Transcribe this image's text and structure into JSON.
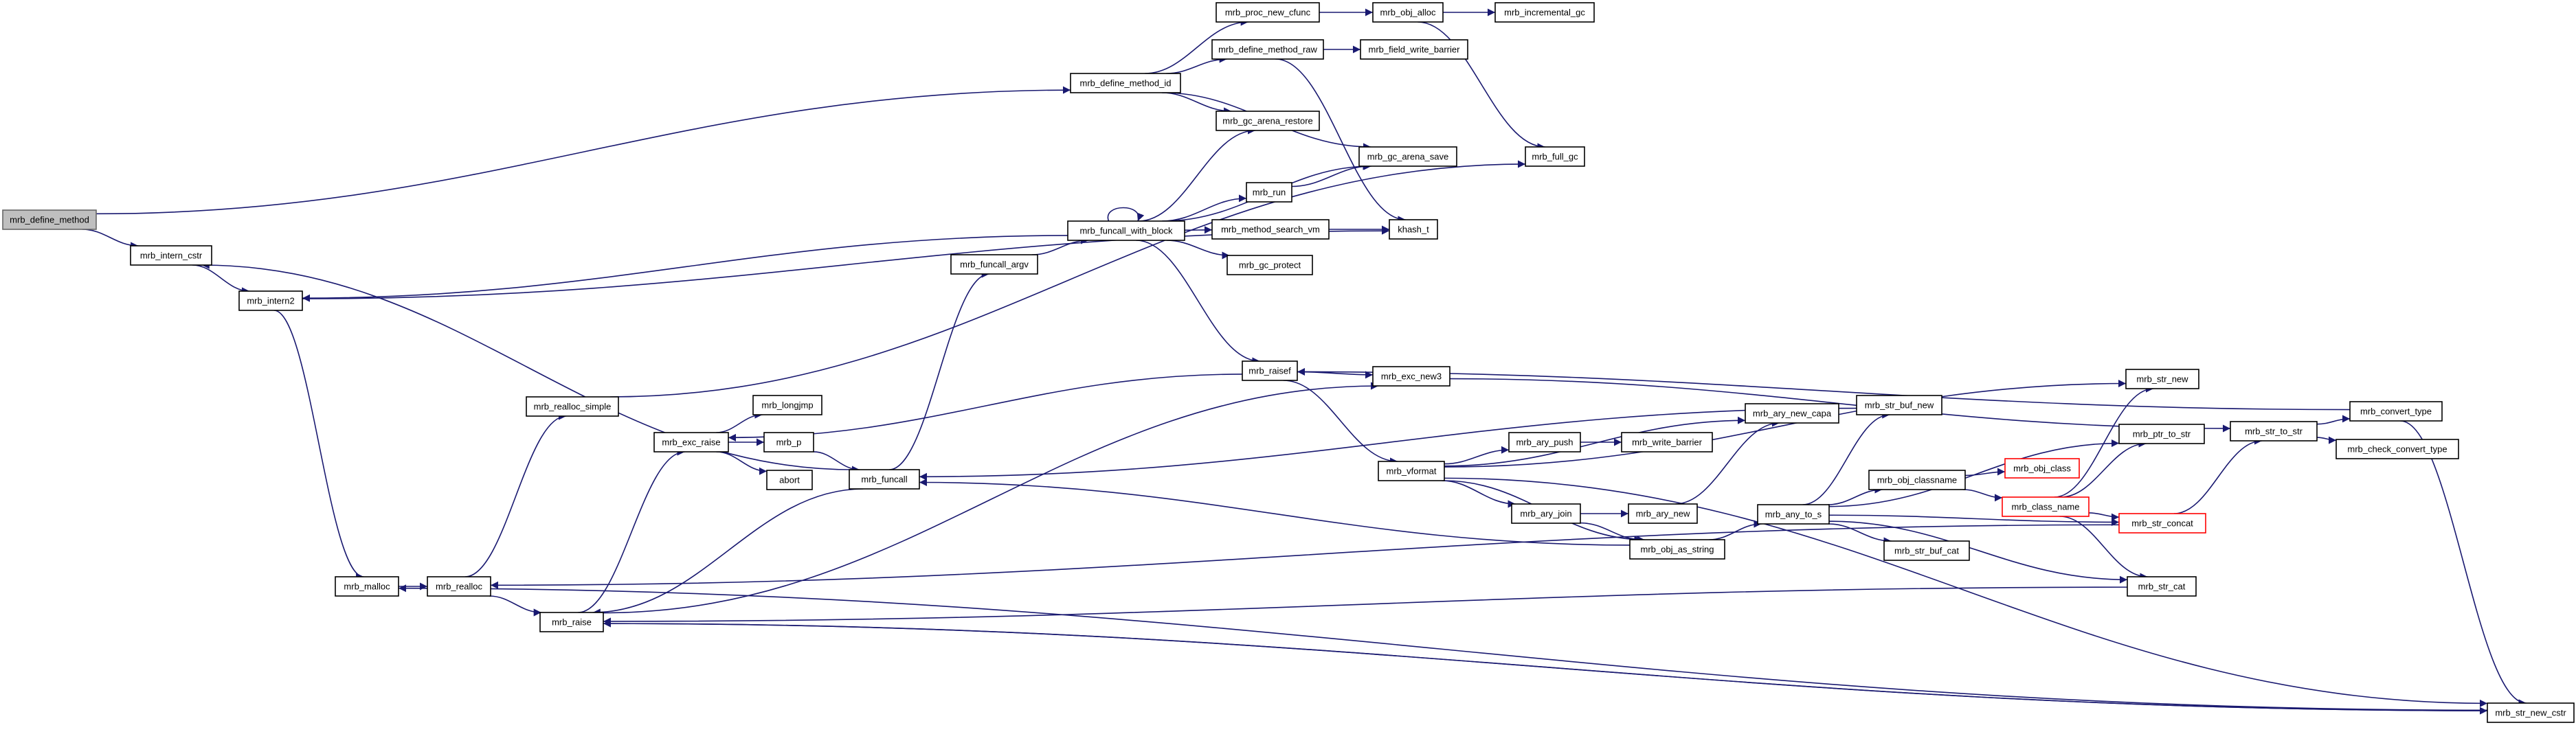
{
  "nodes": [
    {
      "id": "mrb_define_method",
      "label": "mrb_define_method",
      "root": true
    },
    {
      "id": "mrb_intern_cstr",
      "label": "mrb_intern_cstr"
    },
    {
      "id": "mrb_intern2",
      "label": "mrb_intern2"
    },
    {
      "id": "mrb_malloc",
      "label": "mrb_malloc"
    },
    {
      "id": "mrb_realloc",
      "label": "mrb_realloc"
    },
    {
      "id": "mrb_realloc_simple",
      "label": "mrb_realloc_simple"
    },
    {
      "id": "mrb_raise",
      "label": "mrb_raise"
    },
    {
      "id": "mrb_exc_raise",
      "label": "mrb_exc_raise"
    },
    {
      "id": "mrb_longjmp",
      "label": "mrb_longjmp"
    },
    {
      "id": "mrb_p",
      "label": "mrb_p"
    },
    {
      "id": "abort",
      "label": "abort"
    },
    {
      "id": "mrb_funcall",
      "label": "mrb_funcall"
    },
    {
      "id": "mrb_funcall_argv",
      "label": "mrb_funcall_argv"
    },
    {
      "id": "mrb_define_method_id",
      "label": "mrb_define_method_id"
    },
    {
      "id": "mrb_funcall_with_block",
      "label": "mrb_funcall_with_block"
    },
    {
      "id": "mrb_proc_new_cfunc",
      "label": "mrb_proc_new_cfunc"
    },
    {
      "id": "mrb_define_method_raw",
      "label": "mrb_define_method_raw"
    },
    {
      "id": "mrb_gc_arena_restore",
      "label": "mrb_gc_arena_restore"
    },
    {
      "id": "mrb_gc_arena_save",
      "label": "mrb_gc_arena_save"
    },
    {
      "id": "mrb_run",
      "label": "mrb_run"
    },
    {
      "id": "mrb_method_search_vm",
      "label": "mrb_method_search_vm"
    },
    {
      "id": "mrb_gc_protect",
      "label": "mrb_gc_protect"
    },
    {
      "id": "mrb_raisef",
      "label": "mrb_raisef"
    },
    {
      "id": "mrb_obj_alloc",
      "label": "mrb_obj_alloc"
    },
    {
      "id": "mrb_field_write_barrier",
      "label": "mrb_field_write_barrier"
    },
    {
      "id": "kh_hash_t",
      "label": "khash_t"
    },
    {
      "id": "mrb_exc_new3",
      "label": "mrb_exc_new3"
    },
    {
      "id": "mrb_incremental_gc",
      "label": "mrb_incremental_gc"
    },
    {
      "id": "mrb_full_gc",
      "label": "mrb_full_gc"
    },
    {
      "id": "mrb_vformat",
      "label": "mrb_vformat"
    },
    {
      "id": "mrb_ary_push",
      "label": "mrb_ary_push"
    },
    {
      "id": "mrb_ary_join",
      "label": "mrb_ary_join"
    },
    {
      "id": "mrb_write_barrier",
      "label": "mrb_write_barrier"
    },
    {
      "id": "mrb_ary_new",
      "label": "mrb_ary_new"
    },
    {
      "id": "mrb_obj_as_string",
      "label": "mrb_obj_as_string"
    },
    {
      "id": "mrb_ary_new_capa",
      "label": "mrb_ary_new_capa"
    },
    {
      "id": "mrb_str_buf_new",
      "label": "mrb_str_buf_new"
    },
    {
      "id": "mrb_any_to_s",
      "label": "mrb_any_to_s"
    },
    {
      "id": "mrb_obj_classname",
      "label": "mrb_obj_classname"
    },
    {
      "id": "mrb_str_buf_cat",
      "label": "mrb_str_buf_cat"
    },
    {
      "id": "mrb_obj_class",
      "label": "mrb_obj_class",
      "red": true
    },
    {
      "id": "mrb_class_name",
      "label": "mrb_class_name",
      "red": true
    },
    {
      "id": "mrb_str_new",
      "label": "mrb_str_new"
    },
    {
      "id": "mrb_ptr_to_str",
      "label": "mrb_ptr_to_str"
    },
    {
      "id": "mrb_str_concat",
      "label": "mrb_str_concat",
      "red": true
    },
    {
      "id": "mrb_str_cat",
      "label": "mrb_str_cat"
    },
    {
      "id": "mrb_str_to_str",
      "label": "mrb_str_to_str"
    },
    {
      "id": "mrb_convert_type",
      "label": "mrb_convert_type"
    },
    {
      "id": "mrb_check_convert_type",
      "label": "mrb_check_convert_type"
    },
    {
      "id": "mrb_str_new_cstr",
      "label": "mrb_str_new_cstr"
    }
  ],
  "edges": [
    [
      "mrb_define_method",
      "mrb_define_method_id"
    ],
    [
      "mrb_define_method",
      "mrb_intern_cstr"
    ],
    [
      "mrb_intern_cstr",
      "mrb_intern2"
    ],
    [
      "mrb_intern2",
      "kh_hash_t"
    ],
    [
      "mrb_intern2",
      "mrb_malloc"
    ],
    [
      "mrb_malloc",
      "mrb_realloc"
    ],
    [
      "mrb_realloc",
      "mrb_realloc_simple"
    ],
    [
      "mrb_realloc",
      "mrb_raise"
    ],
    [
      "mrb_realloc_simple",
      "mrb_full_gc"
    ],
    [
      "mrb_raise",
      "mrb_exc_raise"
    ],
    [
      "mrb_raise",
      "mrb_exc_new3"
    ],
    [
      "mrb_raise",
      "mrb_str_new_cstr"
    ],
    [
      "mrb_exc_raise",
      "mrb_longjmp"
    ],
    [
      "mrb_exc_raise",
      "mrb_p"
    ],
    [
      "mrb_exc_raise",
      "abort"
    ],
    [
      "mrb_p",
      "mrb_funcall"
    ],
    [
      "mrb_funcall",
      "mrb_funcall_argv"
    ],
    [
      "mrb_funcall",
      "mrb_intern_cstr"
    ],
    [
      "mrb_funcall",
      "mrb_raise"
    ],
    [
      "mrb_funcall_argv",
      "mrb_funcall_with_block"
    ],
    [
      "mrb_define_method_id",
      "mrb_proc_new_cfunc"
    ],
    [
      "mrb_define_method_id",
      "mrb_define_method_raw"
    ],
    [
      "mrb_define_method_id",
      "mrb_gc_arena_restore"
    ],
    [
      "mrb_define_method_id",
      "mrb_gc_arena_save"
    ],
    [
      "mrb_proc_new_cfunc",
      "mrb_obj_alloc"
    ],
    [
      "mrb_obj_alloc",
      "mrb_incremental_gc"
    ],
    [
      "mrb_obj_alloc",
      "mrb_full_gc"
    ],
    [
      "mrb_define_method_raw",
      "mrb_field_write_barrier"
    ],
    [
      "mrb_define_method_raw",
      "kh_hash_t"
    ],
    [
      "mrb_funcall_with_block",
      "mrb_funcall_with_block"
    ],
    [
      "mrb_funcall_with_block",
      "mrb_gc_arena_restore"
    ],
    [
      "mrb_funcall_with_block",
      "mrb_gc_arena_save"
    ],
    [
      "mrb_funcall_with_block",
      "mrb_run"
    ],
    [
      "mrb_funcall_with_block",
      "mrb_method_search_vm"
    ],
    [
      "mrb_funcall_with_block",
      "mrb_gc_protect"
    ],
    [
      "mrb_funcall_with_block",
      "mrb_raisef"
    ],
    [
      "mrb_funcall_with_block",
      "mrb_intern2"
    ],
    [
      "mrb_run",
      "mrb_gc_arena_save"
    ],
    [
      "mrb_method_search_vm",
      "kh_hash_t"
    ],
    [
      "mrb_raisef",
      "mrb_exc_raise"
    ],
    [
      "mrb_raisef",
      "mrb_exc_new3"
    ],
    [
      "mrb_raisef",
      "mrb_vformat"
    ],
    [
      "mrb_exc_new3",
      "mrb_str_to_str"
    ],
    [
      "mrb_str_buf_new",
      "mrb_funcall"
    ],
    [
      "mrb_vformat",
      "mrb_ary_new_capa"
    ],
    [
      "mrb_vformat",
      "mrb_ary_push"
    ],
    [
      "mrb_vformat",
      "mrb_str_new"
    ],
    [
      "mrb_vformat",
      "mrb_ary_join"
    ],
    [
      "mrb_vformat",
      "mrb_obj_as_string"
    ],
    [
      "mrb_vformat",
      "mrb_str_new_cstr"
    ],
    [
      "mrb_ary_push",
      "mrb_write_barrier"
    ],
    [
      "mrb_ary_join",
      "mrb_ary_new"
    ],
    [
      "mrb_ary_join",
      "mrb_obj_as_string"
    ],
    [
      "mrb_ary_new",
      "mrb_ary_new_capa"
    ],
    [
      "mrb_obj_as_string",
      "mrb_any_to_s"
    ],
    [
      "mrb_obj_as_string",
      "mrb_funcall"
    ],
    [
      "mrb_any_to_s",
      "mrb_str_buf_new"
    ],
    [
      "mrb_any_to_s",
      "mrb_obj_classname"
    ],
    [
      "mrb_any_to_s",
      "mrb_ptr_to_str"
    ],
    [
      "mrb_any_to_s",
      "mrb_str_concat"
    ],
    [
      "mrb_any_to_s",
      "mrb_str_buf_cat"
    ],
    [
      "mrb_any_to_s",
      "mrb_str_cat"
    ],
    [
      "mrb_obj_classname",
      "mrb_obj_class"
    ],
    [
      "mrb_obj_classname",
      "mrb_class_name"
    ],
    [
      "mrb_class_name",
      "mrb_str_new"
    ],
    [
      "mrb_class_name",
      "mrb_ptr_to_str"
    ],
    [
      "mrb_class_name",
      "mrb_str_concat"
    ],
    [
      "mrb_class_name",
      "mrb_str_cat"
    ],
    [
      "mrb_str_concat",
      "mrb_str_to_str"
    ],
    [
      "mrb_str_concat",
      "mrb_realloc"
    ],
    [
      "mrb_str_cat",
      "mrb_raise"
    ],
    [
      "mrb_str_to_str",
      "mrb_convert_type"
    ],
    [
      "mrb_str_to_str",
      "mrb_check_convert_type"
    ],
    [
      "mrb_convert_type",
      "mrb_raisef"
    ],
    [
      "mrb_convert_type",
      "mrb_str_new_cstr"
    ],
    [
      "mrb_str_new_cstr",
      "mrb_raise"
    ],
    [
      "mrb_str_new_cstr",
      "mrb_malloc"
    ]
  ]
}
